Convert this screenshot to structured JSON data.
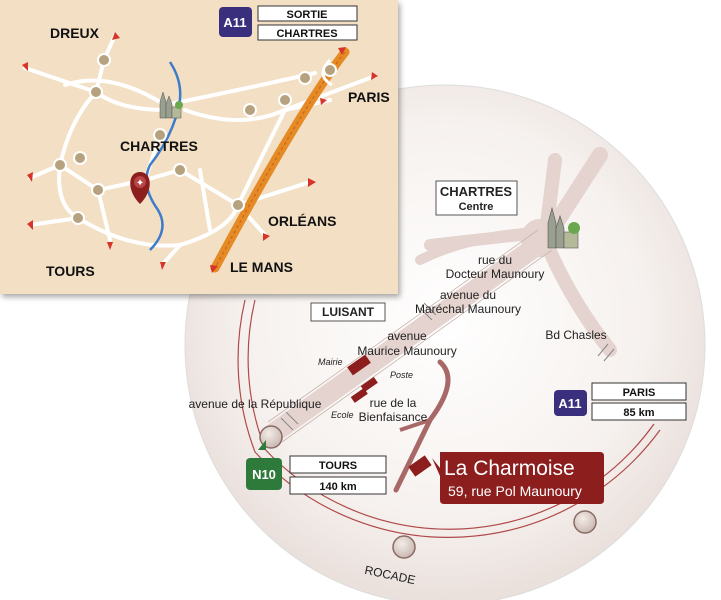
{
  "inset": {
    "motorway_badge": "A11",
    "exit_label": "SORTIE",
    "exit_destination": "CHARTRES",
    "cities": {
      "dreux": "DREUX",
      "paris": "PARIS",
      "chartres": "CHARTRES",
      "orleans": "ORLÉANS",
      "tours": "TOURS",
      "le_mans": "LE MANS"
    }
  },
  "detail": {
    "chartres_centre_line1": "CHARTRES",
    "chartres_centre_line2": "Centre",
    "luisant": "LUISANT",
    "rue_docteur_line1": "rue du",
    "rue_docteur_line2": "Docteur Maunoury",
    "avenue_marechal_line1": "avenue du",
    "avenue_marechal_line2": "Maréchal Maunoury",
    "avenue_maurice_line1": "avenue",
    "avenue_maurice_line2": "Maurice Maunoury",
    "bd_chasles": "Bd Chasles",
    "mairie": "Mairie",
    "poste": "Poste",
    "ecole": "Ecole",
    "rue_bienfaisance_line1": "rue de la",
    "rue_bienfaisance_line2": "Bienfaisance",
    "avenue_republique": "avenue de la République",
    "rocade": "ROCADE",
    "a11_badge": "A11",
    "paris_label": "PARIS",
    "paris_distance": "85 km",
    "n10_badge": "N10",
    "tours_label": "TOURS",
    "tours_distance": "140 km",
    "destination_name": "La Charmoise",
    "destination_address": "59, rue Pol Maunoury"
  },
  "colors": {
    "inset_bg": "#f2dfc4",
    "detail_bg": "#f4eeea",
    "road_detail": "#e6d7d2",
    "brand": "#8c1e1e",
    "motorway": "#e58a24",
    "badge_blue": "#3a2f7d",
    "badge_green": "#2e7a3b",
    "river": "#3d7cc9"
  }
}
